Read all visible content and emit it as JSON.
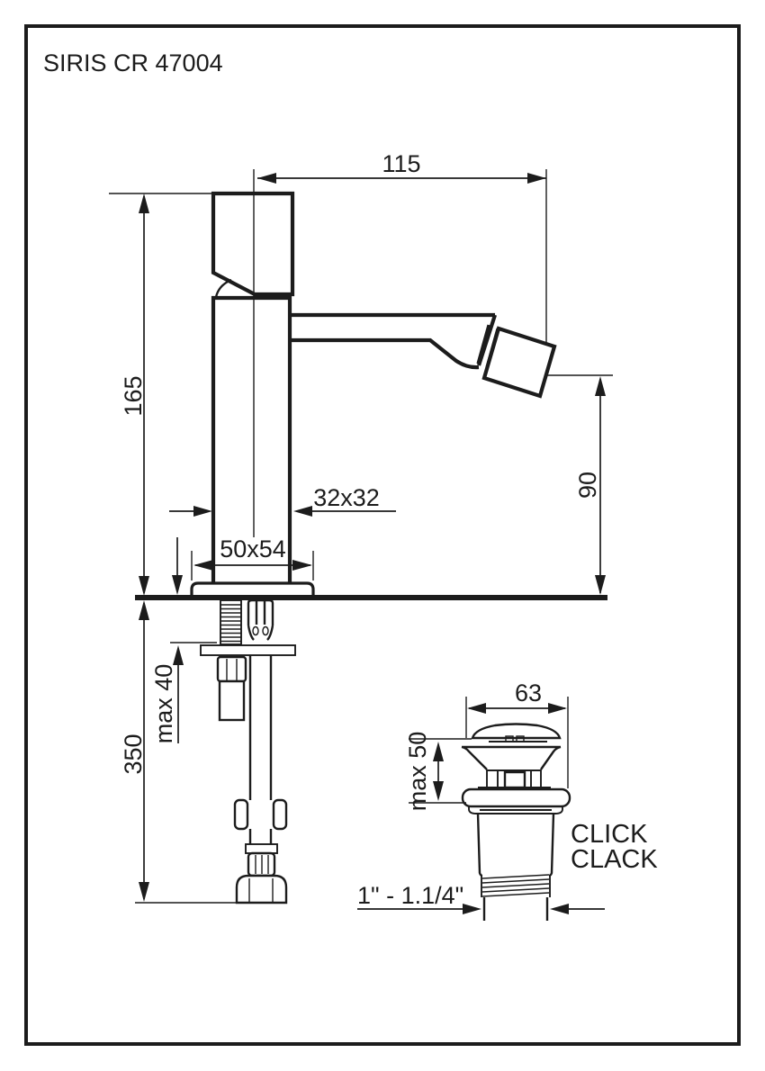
{
  "colors": {
    "ink": "#1c1c1c",
    "paper": "#ffffff"
  },
  "title": "SIRIS CR 47004",
  "dims": {
    "spout_reach": "115",
    "total_height": "165",
    "spout_height": "90",
    "body_section": "32x32",
    "base_section": "50x54",
    "max_counter": "max 40",
    "supply_length": "350",
    "waste_cap_diameter": "63",
    "waste_max_thickness": "max 50",
    "waste_thread": "1\" - 1.1/4\"",
    "waste_type_line1": "CLICK",
    "waste_type_line2": "CLACK"
  }
}
